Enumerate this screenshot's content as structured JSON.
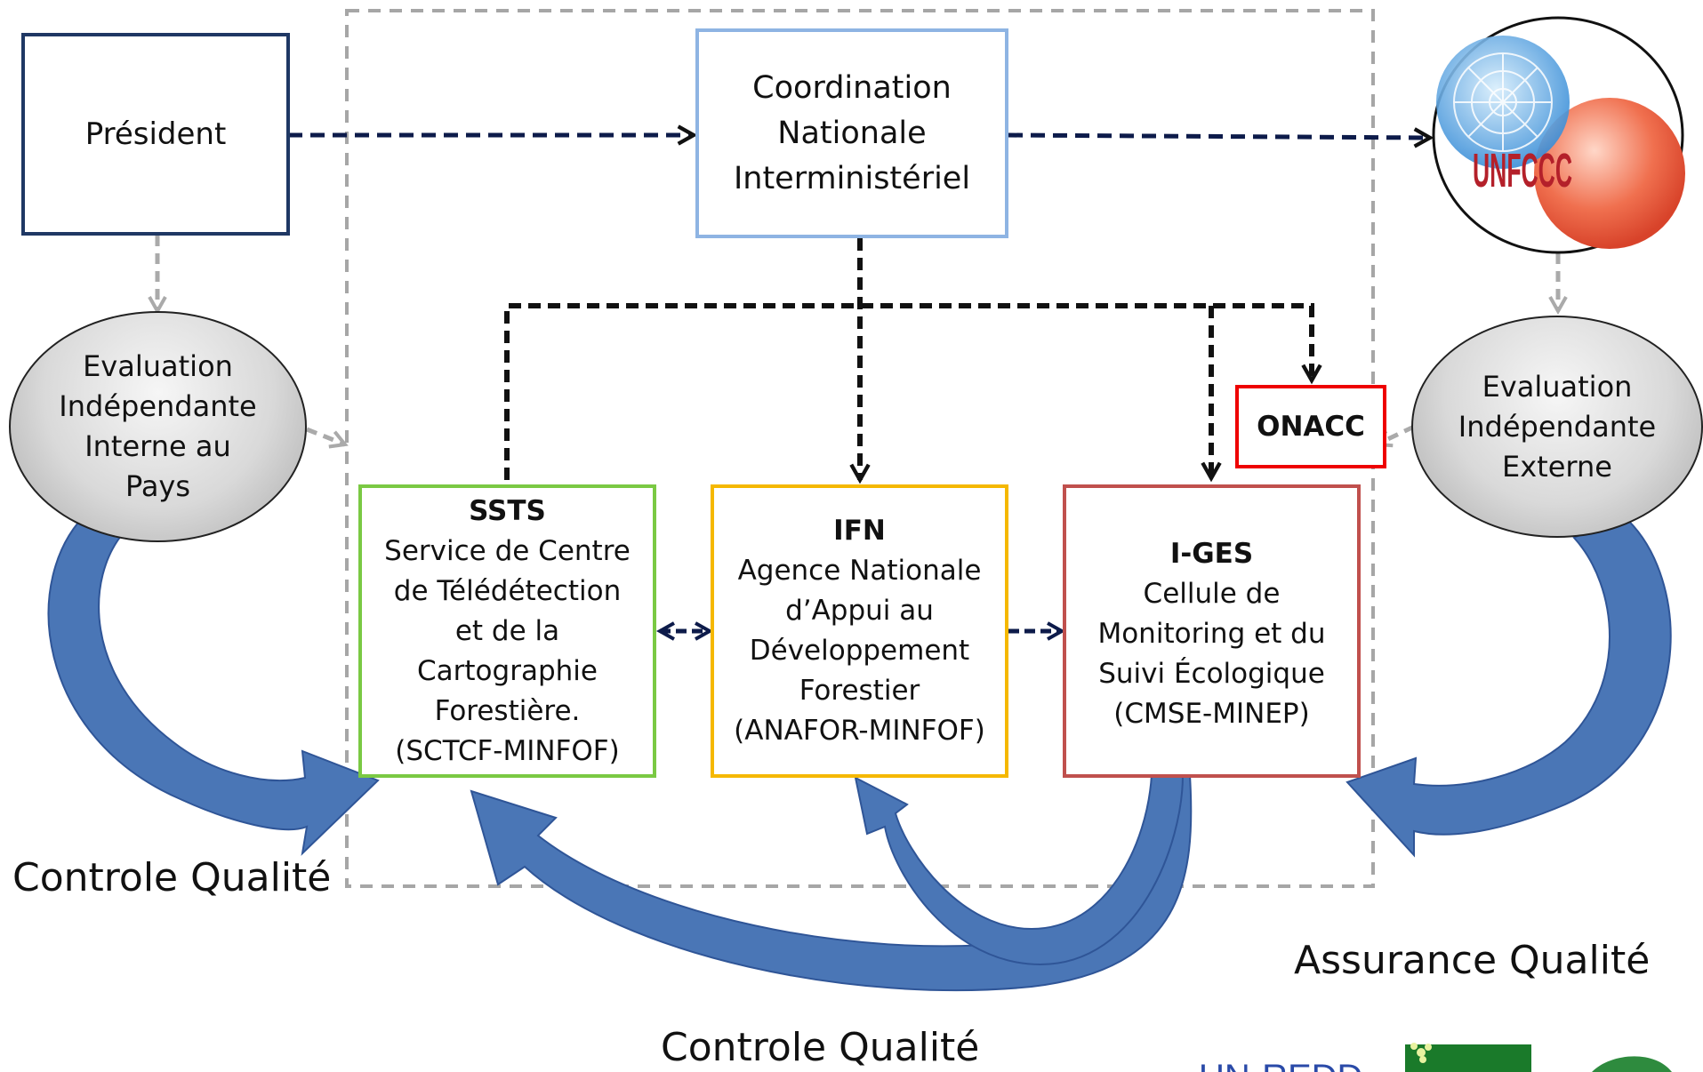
{
  "president": {
    "label": "Président"
  },
  "coordination": {
    "lines": [
      "Coordination",
      "Nationale",
      "Interministériel"
    ]
  },
  "onacc": {
    "label": "ONACC"
  },
  "ssts": {
    "title": "SSTS",
    "lines": [
      "Service de Centre",
      "de Télédétection",
      "et de la",
      "Cartographie",
      "Forestière.",
      "(SCTCF-MINFOF)"
    ]
  },
  "ifn": {
    "title": "IFN",
    "lines": [
      "Agence Nationale",
      "d’Appui au",
      "Développement",
      "Forestier",
      "(ANAFOR-MINFOF)"
    ]
  },
  "iges": {
    "title": "I-GES",
    "lines": [
      "Cellule de",
      "Monitoring et du",
      "Suivi Écologique",
      "(CMSE-MINEP)"
    ]
  },
  "eval_interne": {
    "lines": [
      "Evaluation",
      "Indépendante",
      "Interne au",
      "Pays"
    ]
  },
  "eval_externe": {
    "lines": [
      "Evaluation",
      "Indépendante",
      "Externe"
    ]
  },
  "labels": {
    "controle_left": "Controle Qualité",
    "controle_bottom": "Controle Qualité",
    "assurance": "Assurance Qualité"
  },
  "logos": {
    "unfccc": "UNFCCC",
    "unredd": "UN-REDD"
  },
  "colors": {
    "president_border": "#1f3864",
    "coordination_border": "#8eb4e3",
    "ssts_border": "#7ac943",
    "ifn_border": "#f5b800",
    "iges_border": "#c0504d",
    "onacc_border": "#ee0000",
    "navy_arrow": "#0d1b4a",
    "black_arrow": "#111111",
    "gray_arrow": "#aaaaaa",
    "blue_curve": "#4a76b6",
    "dashed_frame": "#a6a6a6"
  }
}
